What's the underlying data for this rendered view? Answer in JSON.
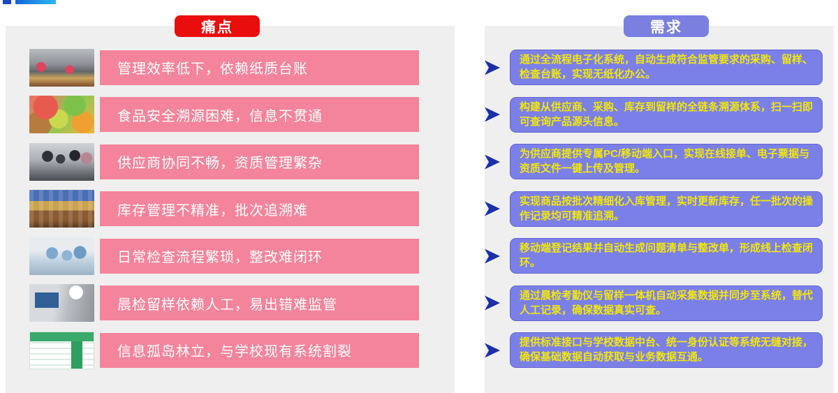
{
  "left_column": {
    "header": "痛点",
    "header_color": "#ea0d0d",
    "items": [
      {
        "image": "canteen-serving-counter-photo",
        "text": "管理效率低下，依赖纸质台账"
      },
      {
        "image": "fresh-produce-photo",
        "text": "食品安全溯源困难，信息不贯通"
      },
      {
        "image": "supplier-market-inspection-photo",
        "text": "供应商协同不畅，资质管理繁杂"
      },
      {
        "image": "warehouse-shelves-photo",
        "text": "库存管理不精准，批次追溯难"
      },
      {
        "image": "kitchen-inspectors-photo",
        "text": "日常检查流程繁琐，整改难闭环"
      },
      {
        "image": "morning-check-device-photo",
        "text": "晨检留样依赖人工，易出错难监管"
      },
      {
        "image": "data-table-screenshot",
        "text": "信息孤岛林立，与学校现有系统割裂"
      }
    ]
  },
  "right_column": {
    "header": "需求",
    "header_color": "#7a7fe0",
    "items": [
      {
        "text": "通过全流程电子化系统，自动生成符合监管要求的采购、留样、检查台账，实现无纸化办公。"
      },
      {
        "text": "构建从供应商、采购、库存到留样的全链条溯源体系，扫一扫即可查询产品源头信息。"
      },
      {
        "text": "为供应商提供专属PC/移动端入口，实现在线接单、电子票据与资质文件一键上传及管理。"
      },
      {
        "text": "实现商品按批次精细化入库管理，实时更新库存，任一批次的操作记录均可精准追溯。"
      },
      {
        "text": "移动端登记结果并自动生成问题清单与整改单，形成线上检查闭环。"
      },
      {
        "text": "通过晨检考勤仪与留样一体机自动采集数据并同步至系统，替代人工记录，确保数据真实可查。"
      },
      {
        "text": "提供标准接口与学校数据中台、统一身份认证等系统无缝对接，确保基础数据自动获取与业务数据互通。"
      }
    ]
  },
  "colors": {
    "panel_background": "#efefef",
    "pain_box": "#f4849b",
    "pain_text": "#ffffff",
    "need_box": "#7b80e8",
    "need_border": "#6165cf",
    "need_text": "#f2e60d",
    "arrow_start": "#12a79b",
    "arrow_end": "#1a35a8",
    "arrow_head": "#1b2fa8"
  }
}
